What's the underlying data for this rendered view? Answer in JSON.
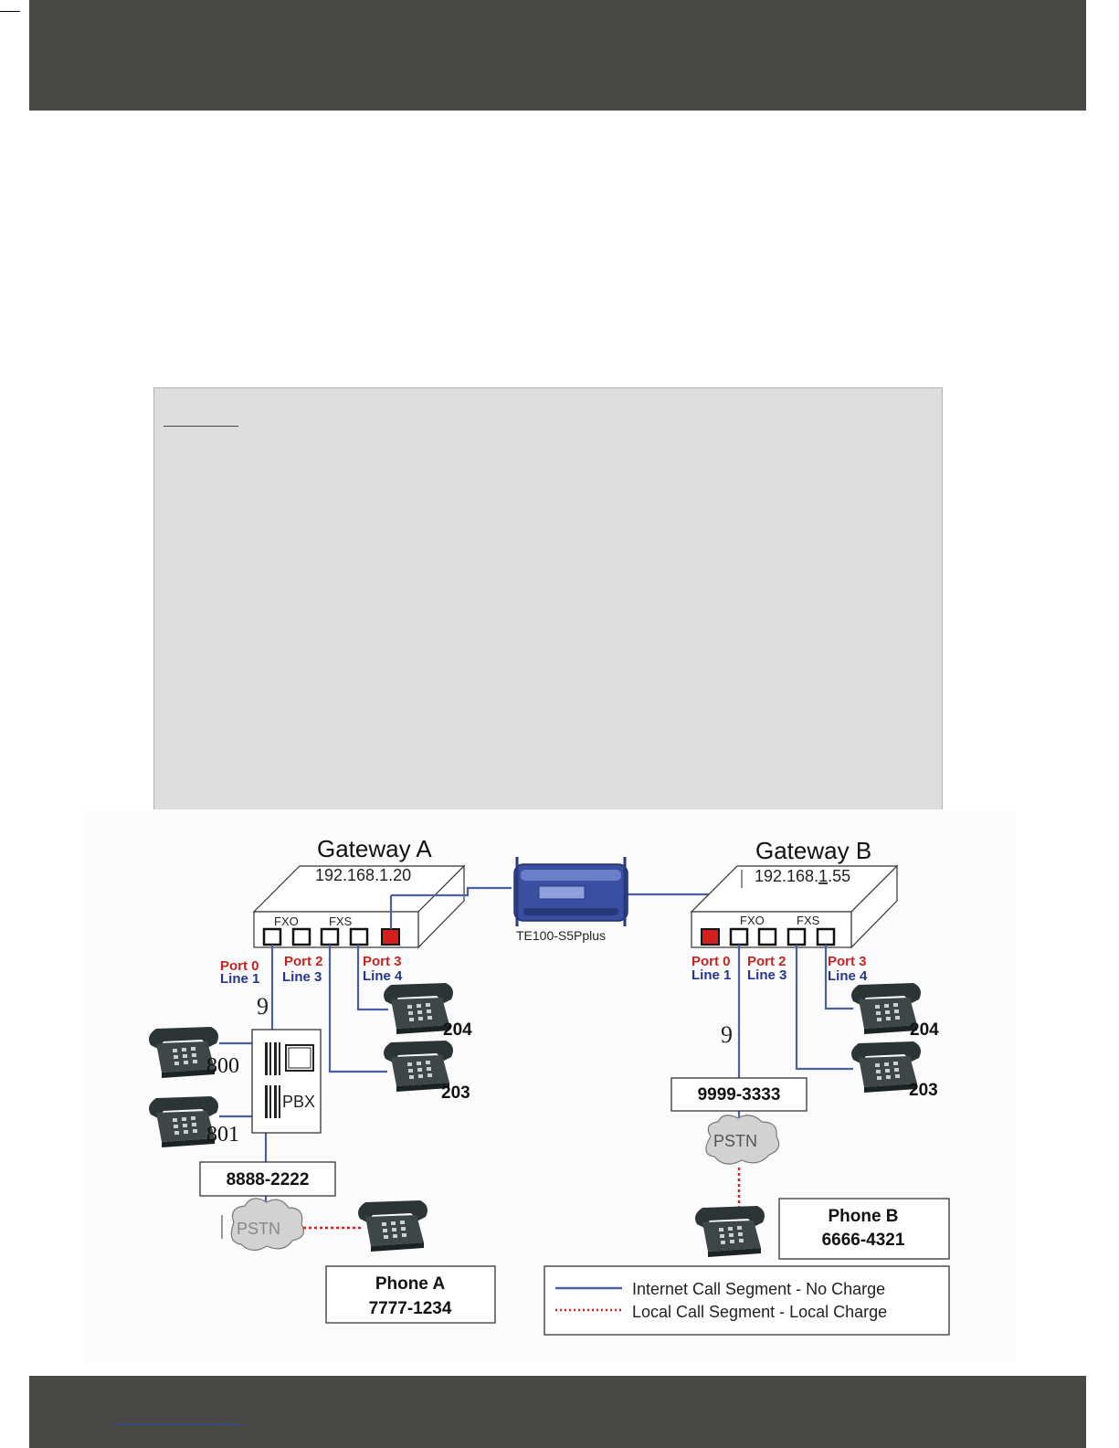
{
  "gateway_a": {
    "title": "Gateway A",
    "ip": "192.168.1.20",
    "fxo_label": "FXO",
    "fxs_label": "FXS",
    "ports": [
      {
        "port": "Port 0",
        "line": "Line 1"
      },
      {
        "port": "Port 2",
        "line": "Line 3"
      },
      {
        "port": "Port 3",
        "line": "Line 4"
      }
    ],
    "dial_prefix": "9",
    "extensions": [
      "204",
      "203"
    ],
    "pbx_label": "PBX",
    "pbx_extensions": [
      "800",
      "801"
    ],
    "pstn_number": "8888-2222",
    "pstn_label": "PSTN"
  },
  "gateway_b": {
    "title": "Gateway B",
    "ip_prefix": "192.168.",
    "ip_middle": "1",
    "ip_suffix": ".55",
    "fxo_label": "FXO",
    "fxs_label": "FXS",
    "ports": [
      {
        "port": "Port 0",
        "line": "Line 1"
      },
      {
        "port": "Port 2",
        "line": "Line 3"
      },
      {
        "port": "Port 3",
        "line": "Line 4"
      }
    ],
    "dial_prefix": "9",
    "extensions": [
      "204",
      "203"
    ],
    "pstn_number": "9999-3333",
    "pstn_label": "PSTN"
  },
  "router": {
    "model": "TE100-S5Pplus"
  },
  "phone_a": {
    "title": "Phone A",
    "number": "7777-1234"
  },
  "phone_b": {
    "title": "Phone B",
    "number": "6666-4321"
  },
  "legend": {
    "internet": "Internet Call Segment - No Charge",
    "local": "Local Call Segment - Local Charge"
  },
  "colors": {
    "header_band": "#4a4845",
    "grey_box": "#dedede",
    "internet_line": "#4a5fa6",
    "local_line": "#d42020",
    "active_port": "#d41f1f",
    "port_label": "#cc2222",
    "line_label": "#26358f"
  }
}
